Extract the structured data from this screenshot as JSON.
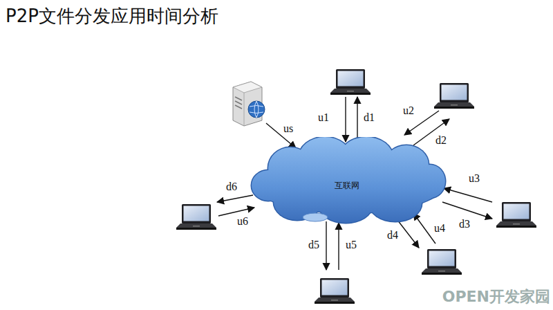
{
  "diagram": {
    "title": "P2P文件分发应用时间分析",
    "nodes": [
      {
        "text": [
          "互联网"
        ]
      }
    ],
    "labels": [
      "us",
      "u1",
      "d1",
      "u2",
      "d2",
      "u3",
      "u4",
      "d3",
      "d4",
      "u5",
      "d5",
      "d6",
      "u6",
      "OPEN开发家园"
    ]
  }
}
